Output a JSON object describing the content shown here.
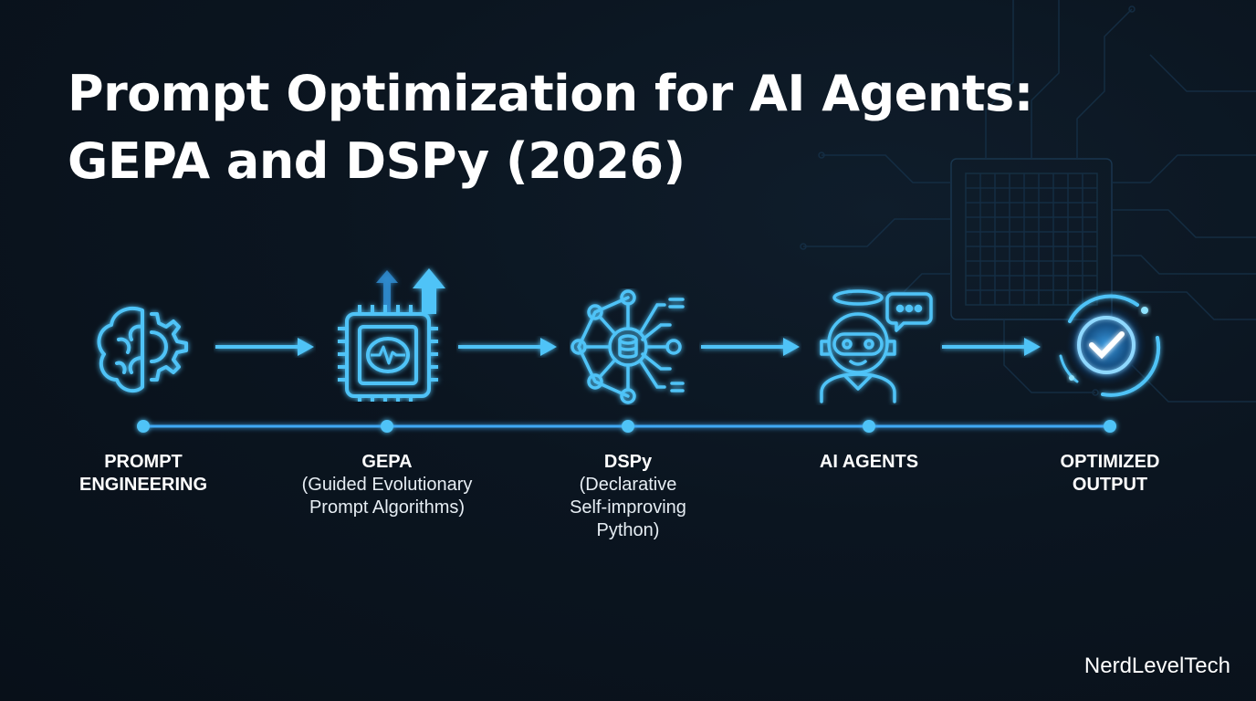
{
  "title": {
    "line1": "Prompt Optimization for AI Agents:",
    "line2": "GEPA and DSPy (2026)"
  },
  "steps": [
    {
      "name": "PROMPT",
      "name2": "ENGINEERING",
      "icon": "brain-gear-icon"
    },
    {
      "name": "GEPA",
      "sub1": "(Guided Evolutionary",
      "sub2": "Prompt Algorithms)",
      "icon": "chip-brain-icon"
    },
    {
      "name": "DSPy",
      "sub1": "(Declarative",
      "sub2": "Self-improving",
      "sub3": "Python)",
      "icon": "network-database-icon"
    },
    {
      "name": "AI AGENTS",
      "icon": "robot-agent-icon"
    },
    {
      "name": "OPTIMIZED",
      "name2": "OUTPUT",
      "icon": "checkmark-circle-icon"
    }
  ],
  "brand": "NerdLevelTech",
  "colors": {
    "background": "#0b1520",
    "accent": "#4fc3f7",
    "glow": "#29b6f6",
    "text": "#ffffff"
  }
}
